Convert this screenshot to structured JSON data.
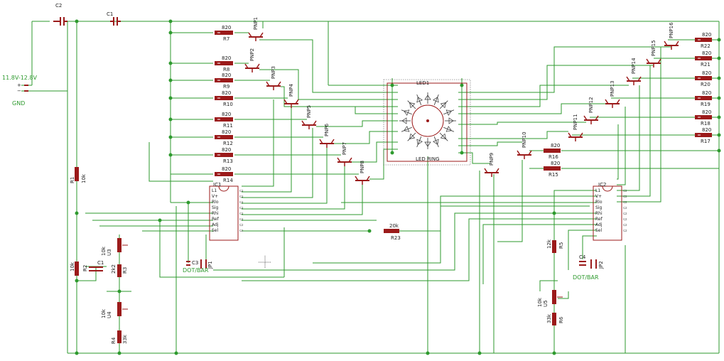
{
  "power": {
    "supply_label": "11.8V-12.8V",
    "gnd_label": "GND",
    "pin_plus": "+",
    "pin_minus": "−"
  },
  "capacitors": {
    "c1": "C1",
    "c2": "C2",
    "c3": "C3",
    "c4": "C4"
  },
  "leds": {
    "top_label": "LED1",
    "bottom_label": "LED RING"
  },
  "resistors_left": [
    {
      "name": "R7",
      "value": "820"
    },
    {
      "name": "R8",
      "value": "820"
    },
    {
      "name": "R9",
      "value": "820"
    },
    {
      "name": "R10",
      "value": "820"
    },
    {
      "name": "R11",
      "value": "820"
    },
    {
      "name": "R12",
      "value": "820"
    },
    {
      "name": "R13",
      "value": "820"
    },
    {
      "name": "R14",
      "value": "820"
    }
  ],
  "resistors_right": [
    {
      "name": "R22",
      "value": "820"
    },
    {
      "name": "R21",
      "value": "820"
    },
    {
      "name": "R20",
      "value": "820"
    },
    {
      "name": "R19",
      "value": "820"
    },
    {
      "name": "R18",
      "value": "820"
    },
    {
      "name": "R17",
      "value": "820"
    }
  ],
  "resistors_mid": [
    {
      "name": "R16",
      "value": "820"
    },
    {
      "name": "R15",
      "value": "820"
    }
  ],
  "r23": {
    "name": "R23",
    "value": "20k"
  },
  "left_misc": {
    "r1": "R1",
    "r1v": "10k",
    "r2": "R2",
    "r2v": "10k",
    "r3": "R3",
    "r3v": "2k2",
    "r4": "R4",
    "r4v": "33k",
    "u3": "U3",
    "u3v": "10k",
    "u4": "U4",
    "u4v": "10k"
  },
  "right_misc": {
    "r5": "R5",
    "r5v": "12k",
    "r6": "R6",
    "r6v": "33k",
    "u5": "U5",
    "u5v": "10k"
  },
  "transistors": [
    "PNP1",
    "PNP2",
    "PNP3",
    "PNP4",
    "PNP5",
    "PNP6",
    "PNP7",
    "PNP8",
    "PNP9",
    "PNP10",
    "PNP11",
    "PNP12",
    "PNP13",
    "PNP14",
    "PNP15",
    "PNP16"
  ],
  "ic1": {
    "name": "IC1",
    "pins": [
      "L1",
      "V+",
      "Rlo",
      "Sig",
      "Rhi",
      "Ref",
      "Adj",
      "Sel"
    ]
  },
  "ic2": {
    "name": "IC2",
    "pins": [
      "L1",
      "V+",
      "Rlo",
      "Sig",
      "Rhi",
      "Ref",
      "Adj",
      "Sel"
    ]
  },
  "jumpers": {
    "jp1": "JP1",
    "jp2": "JP2",
    "dot_bar_left": "DOT/BAR",
    "dot_bar_right": "DOT/BAR"
  },
  "colors": {
    "wire": "#2e9a2e",
    "part": "#9b1a1a",
    "background": "#ffffff"
  }
}
